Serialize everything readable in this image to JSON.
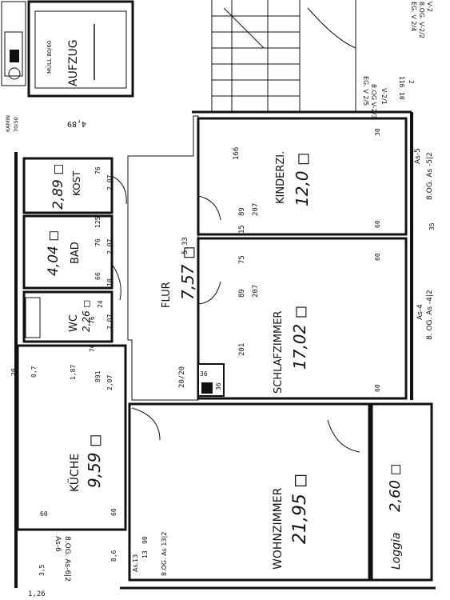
{
  "elevator": {
    "label": "AUFZUG",
    "sublabel": "MÜLL 80/60"
  },
  "chimney": {
    "label": "KAMIN",
    "size": "70/50"
  },
  "top_right": {
    "line1": "8.OG. V-2/2",
    "line2": "V-2",
    "line3": "EG. V 2/4",
    "line4": "EG. V 2/5",
    "line5": "8.OG V-2/3",
    "line6": "V-2/1",
    "dim_116": "116",
    "dim_2": "2",
    "dim_10": "10"
  },
  "rooms": {
    "kinderzimmer": {
      "name": "KINDERZI.",
      "area": "12,0 ◻"
    },
    "schlafzimmer": {
      "name": "SCHLAFZIMMER",
      "area": "17,02 ◻"
    },
    "flur": {
      "name": "FLUR",
      "area": "7,57 ◻"
    },
    "bad": {
      "name": "BAD",
      "area": "4,04 ◻"
    },
    "kost": {
      "name": "KOST",
      "area": "2,89 ◻"
    },
    "wc": {
      "name": "WC",
      "area": "2,26 ◻"
    },
    "kueche": {
      "name": "KÜCHE",
      "area": "9,59 ◻"
    },
    "wohnzimmer": {
      "name": "WOHNZIMMER",
      "area": "21,95 ◻"
    },
    "loggia": {
      "name": "Loggia",
      "area": "2,60 ◻"
    }
  },
  "dimensions": {
    "d489": "4,89",
    "d166": "166",
    "d207a": "207",
    "d89a": "89",
    "d15": "15",
    "d75": "75",
    "d89b": "89",
    "d207b": "207",
    "d201": "201",
    "d36a": "36",
    "d36b": "36",
    "d2020": "20/20",
    "d533": "5,33",
    "d30a": "30",
    "d60a": "60",
    "d60b": "60",
    "d60c": "60",
    "d60d": "60",
    "d60e": "60",
    "d76a": "76",
    "d207c": "2,07",
    "d76b": "76",
    "d207d": "2,07",
    "d66": "66",
    "d10": "10",
    "d125": "125",
    "d24": "24",
    "d76c": "76",
    "d207e": "2,07",
    "d891": "891",
    "d76d": "76",
    "d207f": "2,07",
    "d187": "1,87",
    "d07": "0,7",
    "d20": "20",
    "d86": "8,6",
    "d90": "90",
    "d13": "13",
    "d126": "1,26",
    "d35": "3,5",
    "d35b": "35"
  },
  "annotations": {
    "as5": "As-5",
    "as52": "8.OG. As -5|2",
    "as4": "As-4",
    "as42": "8. OG. As -4|2",
    "as6": "As-6",
    "as62": "8.OG. As-6|2",
    "as13": "As.13",
    "as132": "8.OG. As 13|2"
  }
}
